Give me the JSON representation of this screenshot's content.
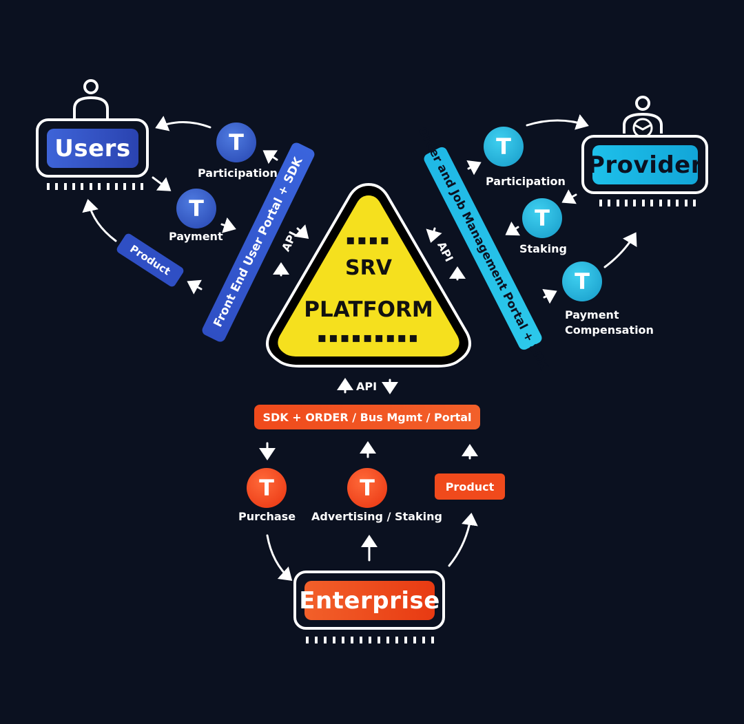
{
  "users": {
    "label": "Users"
  },
  "provider": {
    "label": "Provider"
  },
  "enterprise": {
    "label": "Enterprise"
  },
  "platform": {
    "line1": "SRV",
    "line2": "PLATFORM"
  },
  "token_glyph": "T",
  "left_bar": {
    "label": "Front End User Portal + SDK"
  },
  "right_bar": {
    "label": "Order and Job Management Portal + SDK"
  },
  "bottom_bar": {
    "label": "SDK + ORDER / Bus Mgmt / Portal"
  },
  "api_label": "API",
  "users_tokens": {
    "participation": "Participation",
    "payment": "Payment",
    "product": "Product"
  },
  "provider_tokens": {
    "participation": "Participation",
    "staking": "Staking",
    "payment_line1": "Payment",
    "payment_line2": "Compensation"
  },
  "enterprise_tokens": {
    "purchase": "Purchase",
    "advertising": "Advertising / Staking",
    "product": "Product"
  },
  "colors": {
    "background": "#0b1120",
    "users_blue": "#2f4fc4",
    "provider_cyan": "#1fb8e6",
    "enterprise_orange": "#f04a1c",
    "platform_yellow": "#f5e01e"
  }
}
